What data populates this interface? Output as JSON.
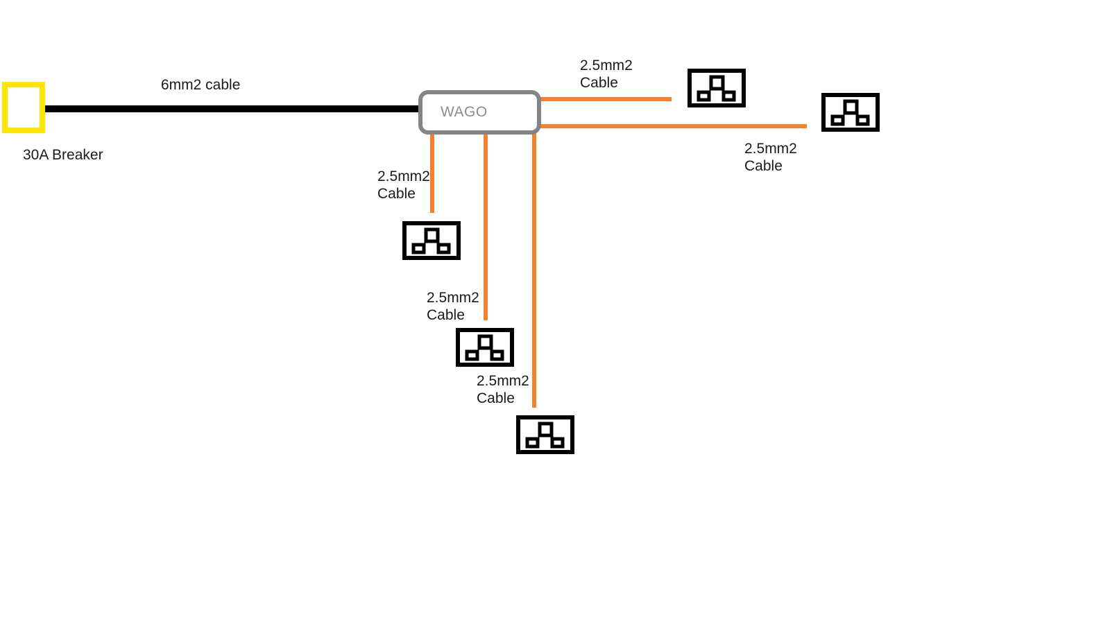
{
  "breaker": {
    "label": "30A Breaker"
  },
  "main_cable": {
    "label": "6mm2 cable"
  },
  "junction": {
    "label": "WAGO"
  },
  "branches": [
    {
      "label_line1": "2.5mm2",
      "label_line2": "Cable"
    },
    {
      "label_line1": "2.5mm2",
      "label_line2": "Cable"
    },
    {
      "label_line1": "2.5mm2",
      "label_line2": "Cable"
    },
    {
      "label_line1": "2.5mm2",
      "label_line2": "Cable"
    },
    {
      "label_line1": "2.5mm2",
      "label_line2": "Cable"
    }
  ],
  "colors": {
    "breaker_outline": "#ffe600",
    "main_cable": "#000000",
    "branch_cable": "#f4812d",
    "junction_outline": "#848484",
    "junction_text": "#8c8c8c",
    "socket_icon": "#000000",
    "background": "#ffffff"
  }
}
